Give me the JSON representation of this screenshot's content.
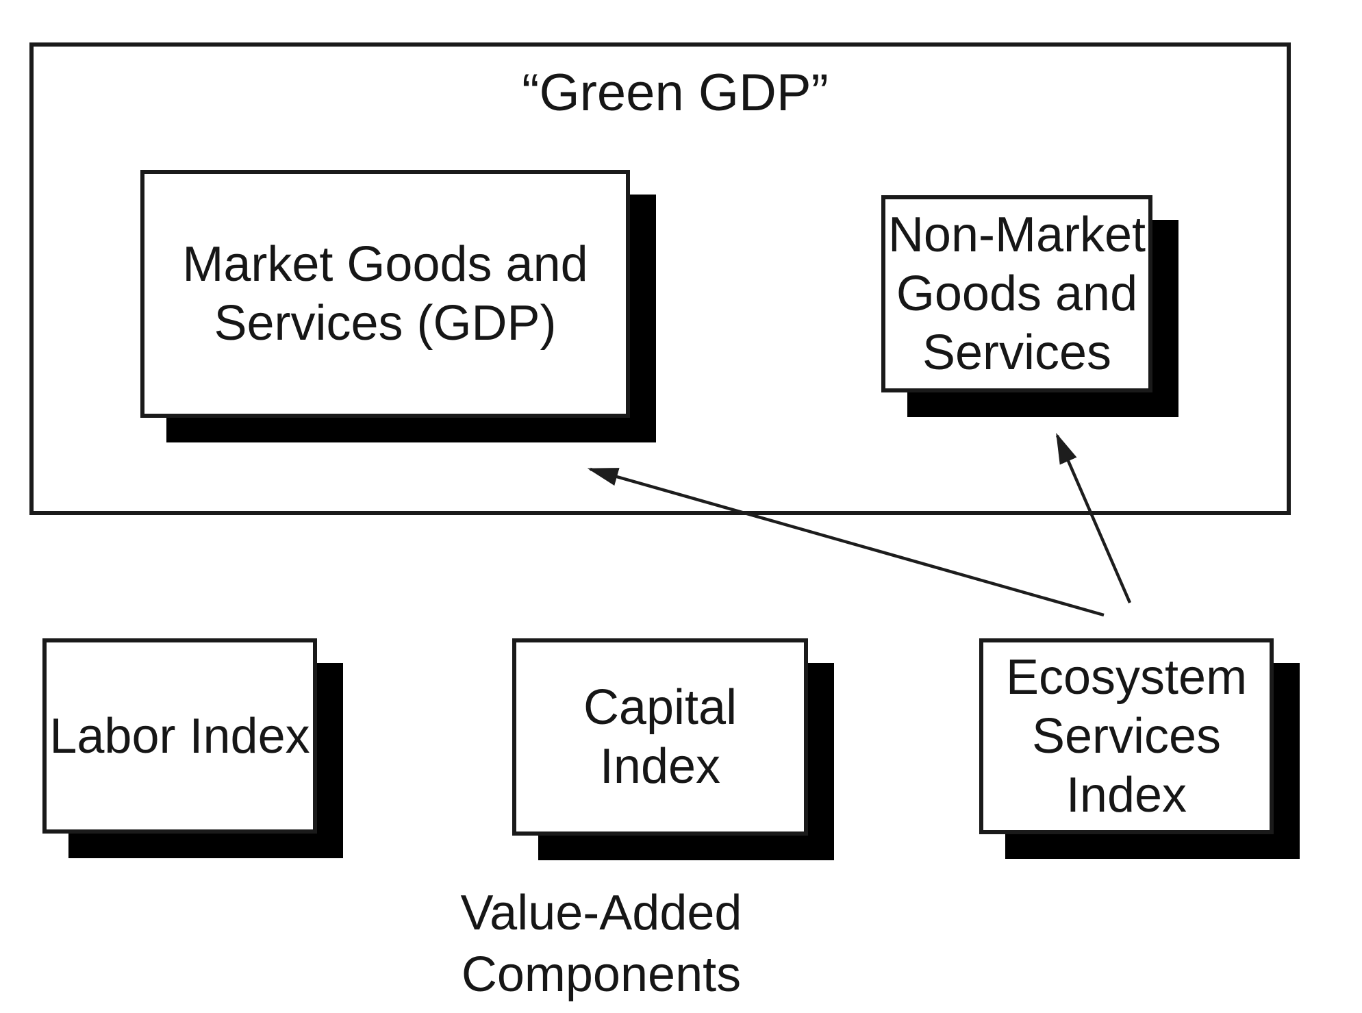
{
  "diagram": {
    "title": "“Green GDP”",
    "green_gdp_group": {
      "market_box": {
        "lines": [
          "Market Goods and",
          "Services (GDP)"
        ]
      },
      "non_market_box": {
        "lines": [
          "Non-Market",
          "Goods and",
          "Services"
        ]
      }
    },
    "bottom_row": {
      "labor_box": {
        "lines": [
          "Labor Index"
        ]
      },
      "capital_box": {
        "lines": [
          "Capital",
          "Index"
        ]
      },
      "ecosystem_box": {
        "lines": [
          "Ecosystem",
          "Services",
          "Index"
        ]
      }
    },
    "caption": {
      "lines": [
        "Value-Added",
        "Components"
      ]
    },
    "connections": [
      {
        "from": "ecosystem-services-index",
        "to": "market-goods-and-services-gdp"
      },
      {
        "from": "ecosystem-services-index",
        "to": "non-market-goods-and-services"
      }
    ],
    "colors": {
      "background": "#ffffff",
      "box_border": "#1a1a1a",
      "box_shadow": "#000000",
      "text": "#161616",
      "arrow": "#1d1d1d"
    }
  }
}
